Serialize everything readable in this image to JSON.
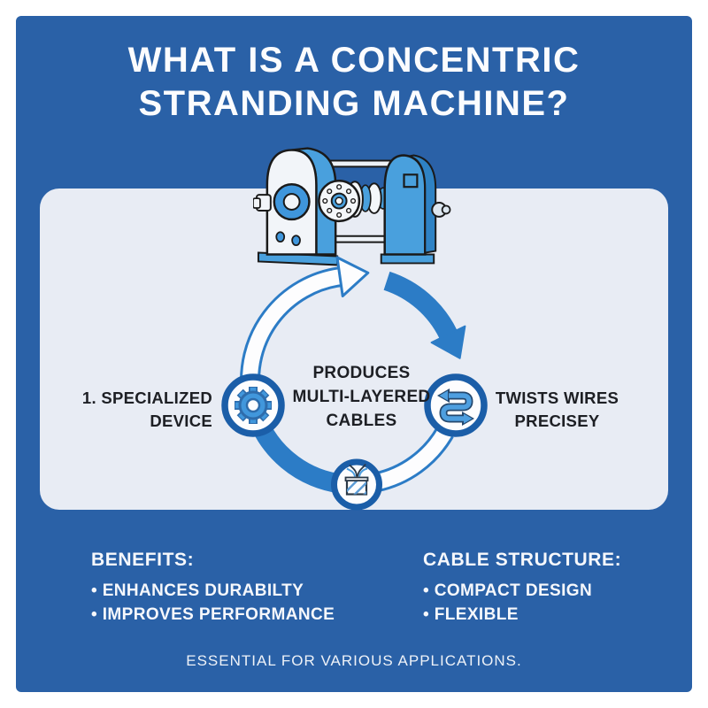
{
  "infographic": {
    "title": {
      "line1": "WHAT IS A CONCENTRIC",
      "line2": "STRANDING MACHINE?"
    },
    "footer": "ESSENTIAL FOR VARIOUS APPLICATIONS."
  },
  "cycle": {
    "center_label": {
      "line1": "PRODUCES",
      "line2": "MULTI-LAYERED",
      "line3": "CABLES"
    },
    "left_label": {
      "line1": "1. SPECIALIZED",
      "line2": "DEVICE"
    },
    "right_label": {
      "line1": "TWISTS WIRES",
      "line2": "PRECISEY"
    },
    "nodes": [
      {
        "icon": "gear-icon"
      },
      {
        "icon": "swap-arrows-icon"
      },
      {
        "icon": "wire-sprout-box-icon"
      }
    ]
  },
  "benefits": {
    "heading": "BENEFITS:",
    "items": [
      "• ENHANCES DURABILTY",
      "• IMPROVES PERFORMANCE"
    ]
  },
  "cable_structure": {
    "heading": "CABLE STRUCTURE:",
    "items": [
      "• COMPACT DESIGN",
      "• FLEXIBLE"
    ]
  },
  "colors": {
    "background_blue": "#2a61a7",
    "panel_light": "#e8ecf4",
    "ring_blue": "#2c7cc6",
    "node_border_blue": "#1b5ea8",
    "icon_blue": "#4197dc",
    "machine_blue": "#49a0dd",
    "text_dark": "#1d1f24",
    "text_white": "#ffffff"
  }
}
